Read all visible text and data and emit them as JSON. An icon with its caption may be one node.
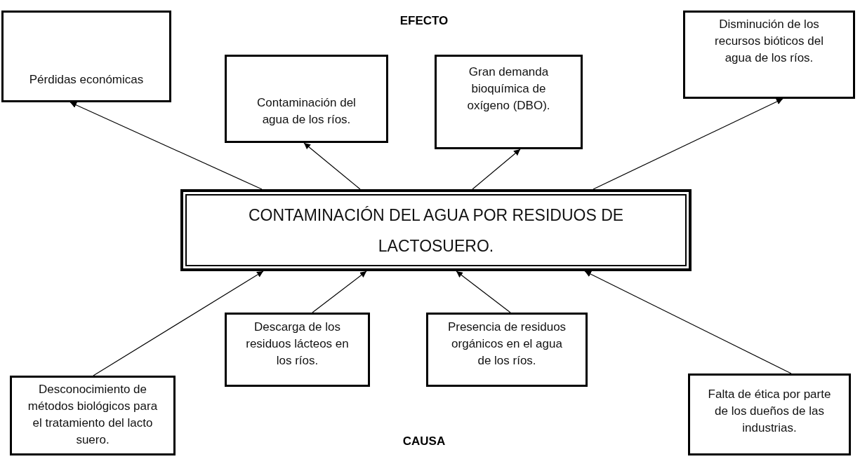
{
  "diagram": {
    "nodes": [
      {
        "text": [
          "Pérdidas económicas"
        ]
      },
      {
        "text": [
          "Contaminación del agua de los ríos."
        ]
      },
      {
        "text": [
          "Gran demanda bioquímica de oxígeno (DBO)."
        ]
      },
      {
        "text": [
          "Disminución de los recursos bióticos del agua de los ríos."
        ]
      },
      {
        "text": [
          "CONTAMINACIÓN DEL AGUA POR RESIDUOS DE LACTOSUERO."
        ]
      },
      {
        "text": [
          "Desconocimiento de métodos biológicos para el tratamiento del lacto suero."
        ]
      },
      {
        "text": [
          "Descarga de los residuos lácteos en los ríos."
        ]
      },
      {
        "text": [
          "Presencia de residuos orgánicos en el agua de los ríos."
        ]
      },
      {
        "text": [
          "Falta de ética por parte de los dueños de las industrias."
        ]
      }
    ],
    "edges": [
      {
        "from": 4,
        "to": 0,
        "arrow": "to"
      },
      {
        "from": 4,
        "to": 1,
        "arrow": "to"
      },
      {
        "from": 4,
        "to": 2,
        "arrow": "to"
      },
      {
        "from": 4,
        "to": 3,
        "arrow": "to"
      },
      {
        "from": 5,
        "to": 4,
        "arrow": "to"
      },
      {
        "from": 6,
        "to": 4,
        "arrow": "to"
      },
      {
        "from": 7,
        "to": 4,
        "arrow": "to"
      },
      {
        "from": 8,
        "to": 4,
        "arrow": "to"
      }
    ],
    "labels": [
      "EFECTO",
      "CAUSA"
    ]
  }
}
